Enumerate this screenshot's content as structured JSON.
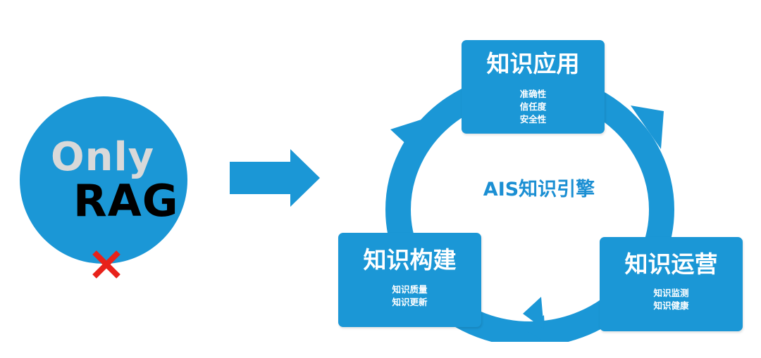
{
  "left": {
    "word_top": "Only",
    "word_bottom": "RAG",
    "cross_icon": "red-x-icon",
    "colors": {
      "circle": "#1b97d6",
      "only_text": "#d9d9d9",
      "rag_text": "#000000",
      "cross": "#e8221b"
    }
  },
  "center_label": "AIS知识引擎",
  "boxes": {
    "apply": {
      "title": "知识应用",
      "items": [
        "准确性",
        "信任度",
        "安全性"
      ]
    },
    "build": {
      "title": "知识构建",
      "items": [
        "知识质量",
        "知识更新"
      ]
    },
    "ops": {
      "title": "知识运营",
      "items": [
        "知识监测",
        "知识健康"
      ]
    }
  },
  "colors": {
    "accent": "#1b97d6",
    "ring": "#1b97d6",
    "center_text": "#1b8fd3"
  }
}
